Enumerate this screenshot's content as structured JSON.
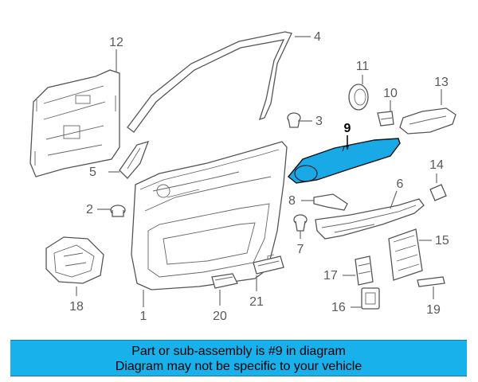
{
  "diagram": {
    "highlight_color": "#19a9e6",
    "highlighted_part": "9",
    "callouts": [
      {
        "id": "1",
        "label": "1"
      },
      {
        "id": "2",
        "label": "2"
      },
      {
        "id": "3",
        "label": "3"
      },
      {
        "id": "4",
        "label": "4"
      },
      {
        "id": "5",
        "label": "5"
      },
      {
        "id": "6",
        "label": "6"
      },
      {
        "id": "7",
        "label": "7"
      },
      {
        "id": "8",
        "label": "8"
      },
      {
        "id": "9",
        "label": "9"
      },
      {
        "id": "10",
        "label": "10"
      },
      {
        "id": "11",
        "label": "11"
      },
      {
        "id": "12",
        "label": "12"
      },
      {
        "id": "13",
        "label": "13"
      },
      {
        "id": "14",
        "label": "14"
      },
      {
        "id": "15",
        "label": "15"
      },
      {
        "id": "16",
        "label": "16"
      },
      {
        "id": "17",
        "label": "17"
      },
      {
        "id": "18",
        "label": "18"
      },
      {
        "id": "19",
        "label": "19"
      },
      {
        "id": "20",
        "label": "20"
      },
      {
        "id": "21",
        "label": "21"
      }
    ]
  },
  "banner": {
    "line1": "Part or sub-assembly is #9 in diagram",
    "line2": "Diagram may not be specific to your vehicle",
    "background_color": "#18b1ec"
  }
}
